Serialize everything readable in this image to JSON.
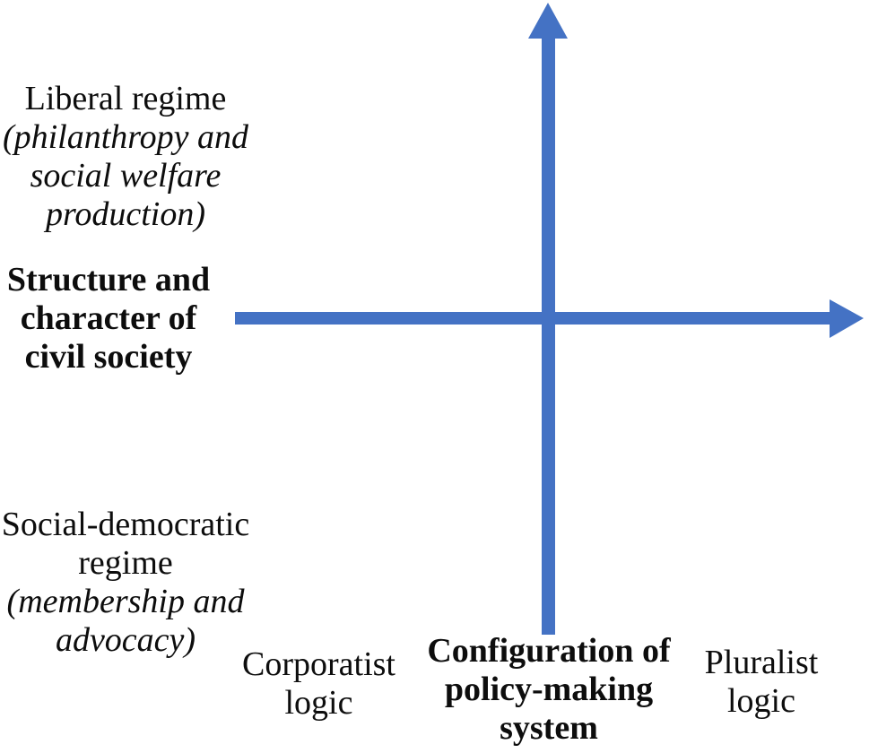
{
  "figure": {
    "arrow_color": "#4472C4",
    "text_color": "#0d0d0d",
    "background_color": "#ffffff",
    "axes": {
      "vertical": {
        "title": "Structure and\ncharacter of\ncivil society",
        "top_pole": {
          "name": "Liberal regime",
          "descriptor": "(philanthropy and\nsocial welfare\nproduction)"
        },
        "bottom_pole": {
          "name": "Social-democratic\nregime",
          "descriptor": "(membership and\nadvocacy)"
        }
      },
      "horizontal": {
        "title": "Configuration of\npolicy-making\nsystem",
        "left_pole": "Corporatist\nlogic",
        "right_pole": "Pluralist\nlogic"
      }
    }
  }
}
